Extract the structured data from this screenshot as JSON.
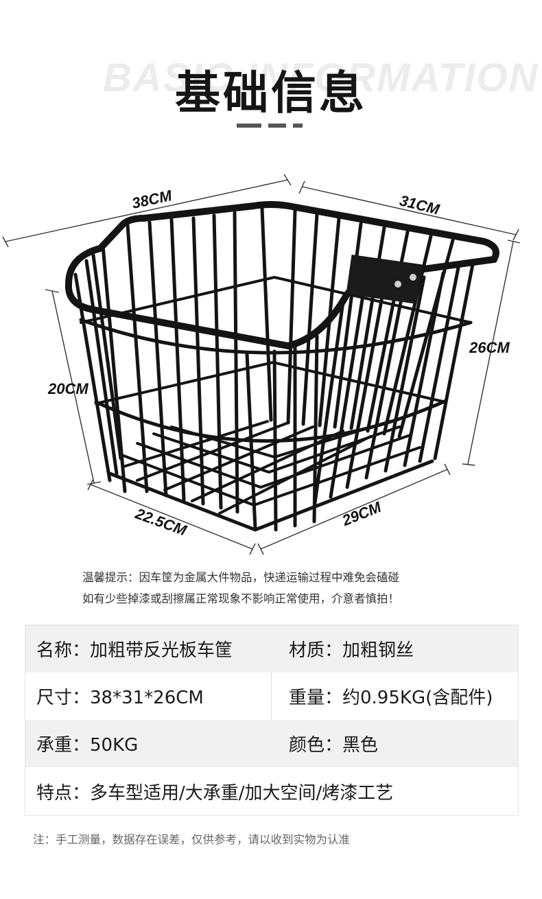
{
  "header": {
    "watermark": "BASIC INFORMATION",
    "title": "基础信息"
  },
  "dimensions": {
    "top_left": "38CM",
    "top_right": "31CM",
    "right": "26CM",
    "left": "20CM",
    "bottom_left": "22.5CM",
    "bottom_right": "29CM"
  },
  "notice": {
    "line1": "温馨提示：因车筐为金属大件物品，快递运输过程中难免会磕碰",
    "line2": "如有少些掉漆或刮擦属正常现象不影响正常使用，介意者慎拍！"
  },
  "specs": {
    "name": "名称：加粗带反光板车筐",
    "material": "材质：加粗钢丝",
    "size": "尺寸：38*31*26CM",
    "weight": "重量：约0.95KG(含配件)",
    "load": "承重：50KG",
    "color": "颜色：黑色",
    "features": "特点：多车型适用/大承重/加大空间/烤漆工艺"
  },
  "footnote": "注：手工测量，数据存在误差，仅供参考，请以收到实物为认准",
  "colors": {
    "basket": "#141414",
    "shade_row": "#f1f1f1",
    "title": "#151515"
  }
}
